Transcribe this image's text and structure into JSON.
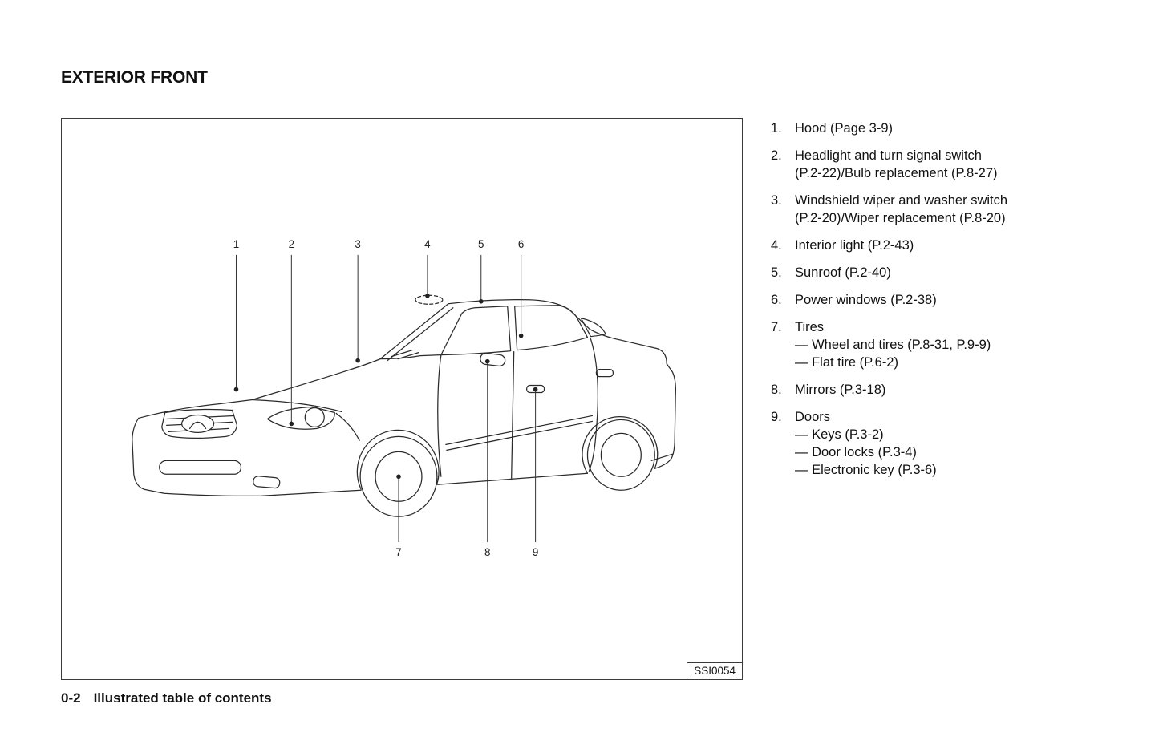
{
  "colors": {
    "text": "#111111",
    "line_art": "#2b2b2b"
  },
  "header": {
    "title": "EXTERIOR FRONT"
  },
  "figure": {
    "code": "SSI0054",
    "callouts": [
      "1",
      "2",
      "3",
      "4",
      "5",
      "6",
      "7",
      "8",
      "9"
    ]
  },
  "list": {
    "items": [
      {
        "num": "1.",
        "lines": [
          "Hood (Page 3-9)"
        ]
      },
      {
        "num": "2.",
        "lines": [
          "Headlight and turn signal switch",
          "(P.2-22)/Bulb replacement (P.8-27)"
        ]
      },
      {
        "num": "3.",
        "lines": [
          "Windshield wiper and washer switch",
          "(P.2-20)/Wiper replacement (P.8-20)"
        ]
      },
      {
        "num": "4.",
        "lines": [
          "Interior light (P.2-43)"
        ]
      },
      {
        "num": "5.",
        "lines": [
          "Sunroof (P.2-40)"
        ]
      },
      {
        "num": "6.",
        "lines": [
          "Power windows (P.2-38)"
        ]
      },
      {
        "num": "7.",
        "lines": [
          "Tires",
          "— Wheel and tires (P.8-31, P.9-9)",
          "— Flat tire (P.6-2)"
        ]
      },
      {
        "num": "8.",
        "lines": [
          "Mirrors (P.3-18)"
        ]
      },
      {
        "num": "9.",
        "lines": [
          "Doors",
          "— Keys (P.3-2)",
          "— Door locks (P.3-4)",
          "— Electronic key (P.3-6)"
        ]
      }
    ]
  },
  "footer": {
    "page_number": "0-2",
    "label": "Illustrated table of contents"
  }
}
